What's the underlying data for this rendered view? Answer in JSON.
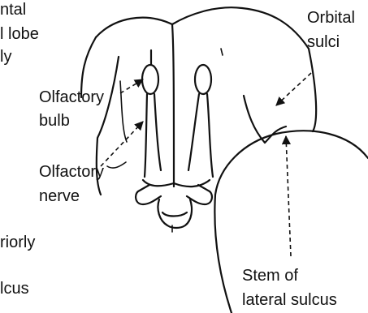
{
  "labels": {
    "frontal_lobe": [
      "ntal",
      "l lobe",
      "ly"
    ],
    "olfactory_bulb": [
      "Olfactory",
      "bulb"
    ],
    "olfactory_nerve": [
      "Olfactory",
      "nerve"
    ],
    "orbital_sulci": [
      "Orbital",
      "sulci"
    ],
    "stem_lateral_sulcus": [
      "Stem of",
      "lateral sulcus"
    ],
    "left_partial": [
      "riorly",
      "lcus"
    ]
  }
}
